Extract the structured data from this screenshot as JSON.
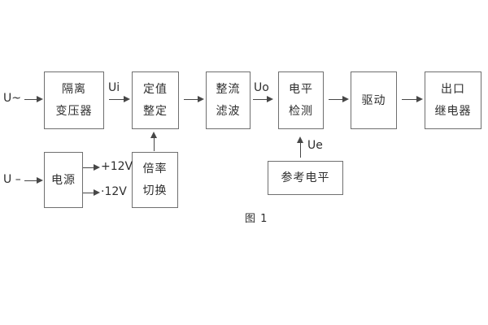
{
  "diagram": {
    "caption": "图 1",
    "blocks": {
      "isolation": {
        "line1": "隔离",
        "line2": "变压器"
      },
      "setting": {
        "line1": "定值",
        "line2": "整定"
      },
      "rectifier": {
        "line1": "整流",
        "line2": "滤波"
      },
      "level": {
        "line1": "电平",
        "line2": "检测"
      },
      "drive": {
        "label": "驱动"
      },
      "output_relay": {
        "line1": "出口",
        "line2": "继电器"
      },
      "power": {
        "label": "电源"
      },
      "ratio_switch": {
        "line1": "倍率",
        "line2": "切换"
      },
      "reference": {
        "label": "参考电平"
      }
    },
    "signals": {
      "ac_input": "U~",
      "dc_input": "U –",
      "ui": "Ui",
      "uo": "Uo",
      "ue": "Ue",
      "plus_12v": "+12V",
      "minus_12v": "·12V"
    }
  },
  "colors": {
    "line": "#474747",
    "border": "#6f6f6f",
    "text": "#2e2e2e",
    "background": "#ffffff"
  }
}
